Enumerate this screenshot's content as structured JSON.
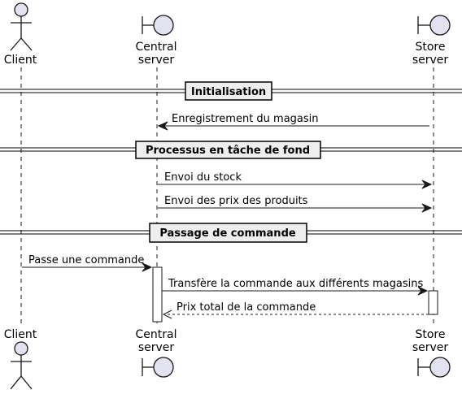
{
  "participants": {
    "client": {
      "name": "Client"
    },
    "central": {
      "name_line1": "Central",
      "name_line2": "server"
    },
    "store": {
      "name_line1": "Store",
      "name_line2": "server"
    }
  },
  "dividers": {
    "init": "Initialisation",
    "background": "Processus en tâche de fond",
    "order": "Passage de commande"
  },
  "messages": {
    "m1": "Enregistrement du magasin",
    "m2": "Envoi du stock",
    "m3": "Envoi des prix des produits",
    "m4": "Passe une commande",
    "m5": "Transfère la commande aux différents magasins",
    "m6": "Prix total de la commande"
  },
  "colors": {
    "participant_fill": "#E2E2F0",
    "divider_fill": "#EEEEEE",
    "line": "#181818"
  }
}
